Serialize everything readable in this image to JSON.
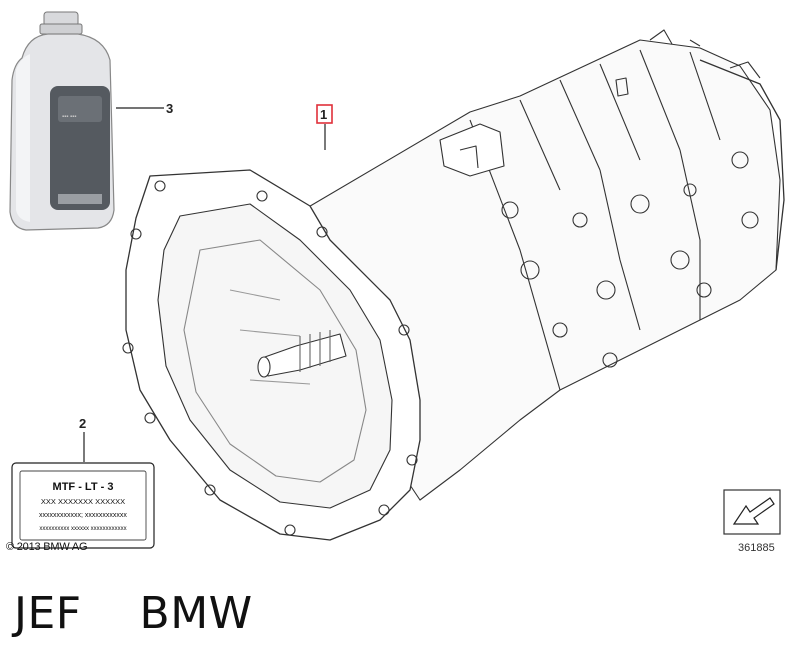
{
  "callouts": {
    "part_1": "1",
    "part_2": "2",
    "part_3": "3"
  },
  "label_sticker": {
    "title": "MTF - LT - 3",
    "line1": "XXX XXXXXXX XXXXXX",
    "line2": "xxxxxxxxxxxx; xxxxxxxxxxxx",
    "line3": "xxxxxxxxxx xxxxxx xxxxxxxxxxxx"
  },
  "copyright": "© 2013 BMW AG",
  "diagram_number": "361885",
  "caption": "JEF    BMW",
  "colors": {
    "highlight_box": "#e0303a",
    "line": "#222222",
    "bottle_body": "#e4e5e8",
    "bottle_label": "#555a60"
  }
}
